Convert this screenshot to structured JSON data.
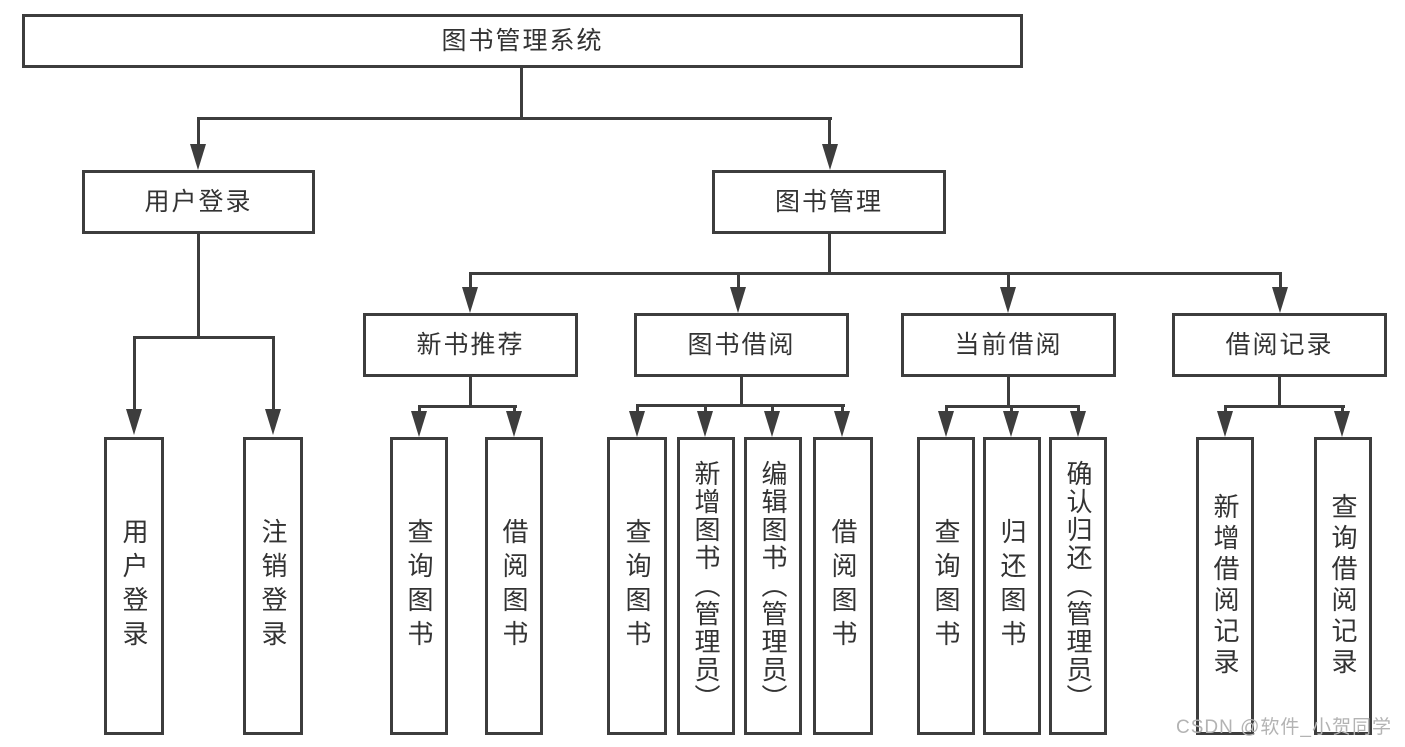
{
  "diagram": {
    "type": "hierarchy-tree",
    "title": "图书管理系统",
    "watermark": "CSDN @软件_小贺同学",
    "colors": {
      "line": "#3d3d3d",
      "box_border": "#3d3d3d",
      "text": "#333333",
      "background": "#ffffff",
      "watermark": "#b3b3b3"
    },
    "nodes": {
      "root": {
        "label": "图书管理系统"
      },
      "user_login": {
        "label": "用户登录"
      },
      "book_management": {
        "label": "图书管理"
      },
      "new_book_recommend": {
        "label": "新书推荐"
      },
      "book_borrowing": {
        "label": "图书借阅"
      },
      "current_borrowing": {
        "label": "当前借阅"
      },
      "borrowing_records": {
        "label": "借阅记录"
      },
      "leaf_user_login": {
        "label": "用户登录"
      },
      "leaf_logout": {
        "label": "注销登录"
      },
      "leaf_nb_query_books": {
        "label": "查询图书"
      },
      "leaf_nb_borrow_books": {
        "label": "借阅图书"
      },
      "leaf_bb_query_books": {
        "label": "查询图书"
      },
      "leaf_bb_add_books": {
        "label": "新增图书（管理员）"
      },
      "leaf_bb_edit_books": {
        "label": "编辑图书（管理员）"
      },
      "leaf_bb_borrow_books": {
        "label": "借阅图书"
      },
      "leaf_cb_query_books": {
        "label": "查询图书"
      },
      "leaf_cb_return_books": {
        "label": "归还图书"
      },
      "leaf_cb_confirm_return": {
        "label": "确认归还（管理员）"
      },
      "leaf_br_add_record": {
        "label": "新增借阅记录"
      },
      "leaf_br_query_record": {
        "label": "查询借阅记录"
      }
    },
    "edges": [
      {
        "from": "root",
        "to": "user_login"
      },
      {
        "from": "root",
        "to": "book_management"
      },
      {
        "from": "user_login",
        "to": "leaf_user_login"
      },
      {
        "from": "user_login",
        "to": "leaf_logout"
      },
      {
        "from": "book_management",
        "to": "new_book_recommend"
      },
      {
        "from": "book_management",
        "to": "book_borrowing"
      },
      {
        "from": "book_management",
        "to": "current_borrowing"
      },
      {
        "from": "book_management",
        "to": "borrowing_records"
      },
      {
        "from": "new_book_recommend",
        "to": "leaf_nb_query_books"
      },
      {
        "from": "new_book_recommend",
        "to": "leaf_nb_borrow_books"
      },
      {
        "from": "book_borrowing",
        "to": "leaf_bb_query_books"
      },
      {
        "from": "book_borrowing",
        "to": "leaf_bb_add_books"
      },
      {
        "from": "book_borrowing",
        "to": "leaf_bb_edit_books"
      },
      {
        "from": "book_borrowing",
        "to": "leaf_bb_borrow_books"
      },
      {
        "from": "current_borrowing",
        "to": "leaf_cb_query_books"
      },
      {
        "from": "current_borrowing",
        "to": "leaf_cb_return_books"
      },
      {
        "from": "current_borrowing",
        "to": "leaf_cb_confirm_return"
      },
      {
        "from": "borrowing_records",
        "to": "leaf_br_add_record"
      },
      {
        "from": "borrowing_records",
        "to": "leaf_br_query_record"
      }
    ]
  }
}
